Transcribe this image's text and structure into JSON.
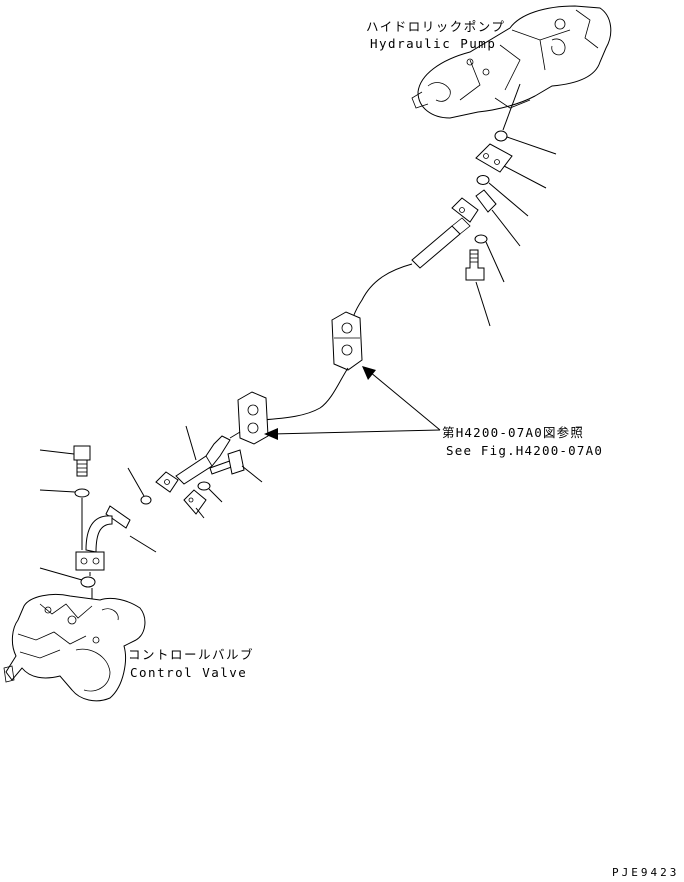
{
  "labels": {
    "pump_jp": "ハイドロリックポンプ",
    "pump_en": "Hydraulic Pump",
    "ref_jp": "第H4200-07A0図参照",
    "ref_en": "See Fig.H4200-07A0",
    "valve_jp": "コントロールバルブ",
    "valve_en": "Control Valve",
    "drawing_code": "PJE9423"
  }
}
